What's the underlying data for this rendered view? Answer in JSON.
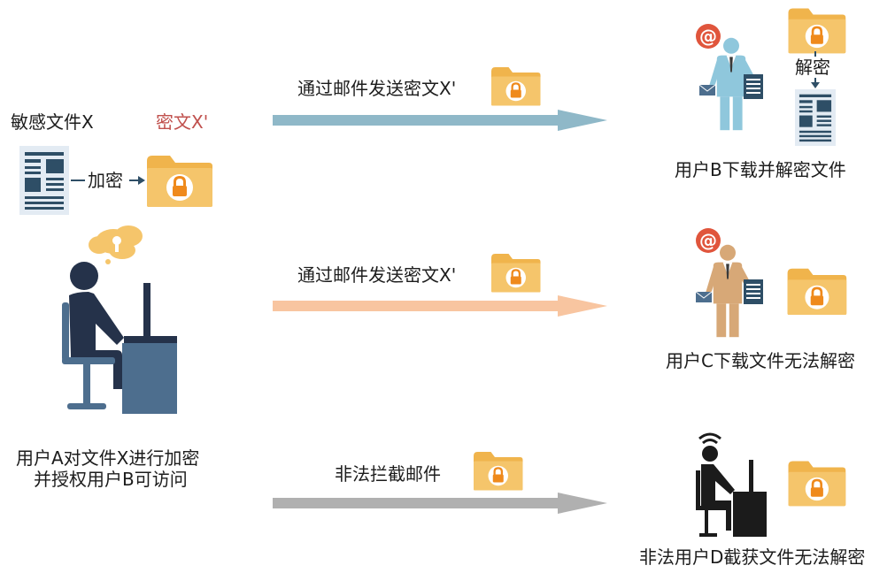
{
  "sender": {
    "file_label": "敏感文件X",
    "cipher_label": "密文X'",
    "encrypt_label": "加密",
    "caption_line1": "用户A对文件X进行加密",
    "caption_line2": "并授权用户B可访问"
  },
  "flows": [
    {
      "label": "通过邮件发送密文X'",
      "arrow_color": "#8fb8c8"
    },
    {
      "label": "通过邮件发送密文X'",
      "arrow_color": "#f8c5a0"
    },
    {
      "label": "非法拦截邮件",
      "arrow_color": "#b0b0b0"
    }
  ],
  "receivers": [
    {
      "caption": "用户B下载并解密文件",
      "decrypt_label": "解密",
      "figure_color": "#8fc7dc"
    },
    {
      "caption": "用户C下载文件无法解密",
      "figure_color": "#d7a877"
    },
    {
      "caption": "非法用户D截获文件无法解密",
      "figure_color": "#1b1b1b"
    }
  ],
  "colors": {
    "folder": "#f5c56b",
    "folder_tab": "#f0b44c",
    "lock_body": "#ef8a1c",
    "document": "#2e4e66",
    "desk": "#4d6e8e",
    "person_dark": "#25324a",
    "at_sign": "#e0553c"
  }
}
